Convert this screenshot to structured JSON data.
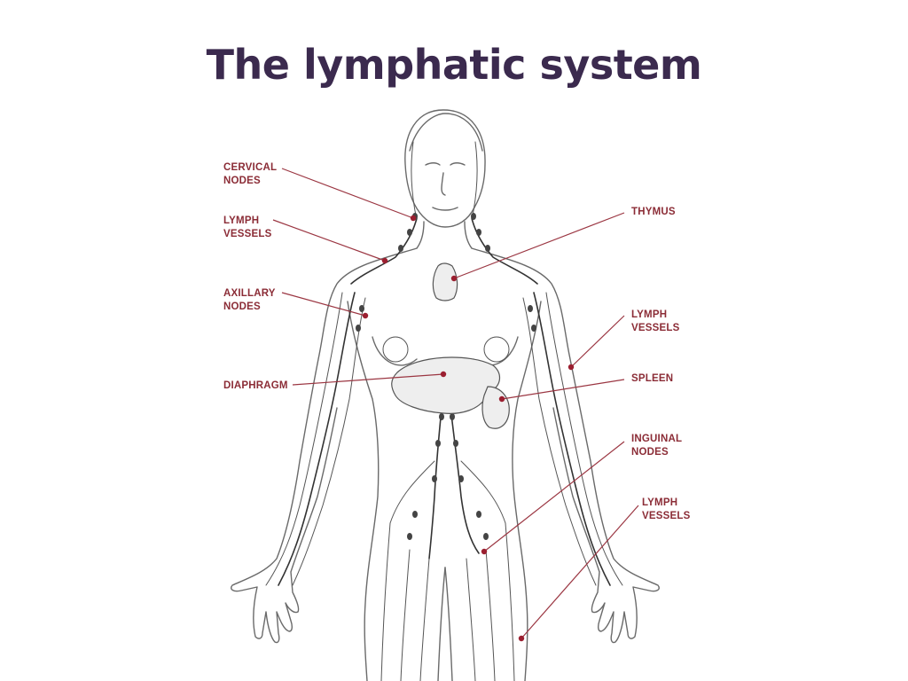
{
  "title": "The lymphatic system",
  "colors": {
    "title": "#3b2a4e",
    "label": "#8b2c36",
    "leader": "#9b3642",
    "dot": "#9b1f30"
  },
  "labels": {
    "cervical_nodes": [
      "CERVICAL",
      "NODES"
    ],
    "lymph_vessels_neck": [
      "LYMPH",
      "VESSELS"
    ],
    "axillary_nodes": [
      "AXILLARY",
      "NODES"
    ],
    "diaphragm": [
      "DIAPHRAGM"
    ],
    "thymus": [
      "THYMUS"
    ],
    "lymph_vessels_arm": [
      "LYMPH",
      "VESSELS"
    ],
    "spleen": [
      "SPLEEN"
    ],
    "inguinal_nodes": [
      "INGUINAL",
      "NODES"
    ],
    "lymph_vessels_leg": [
      "LYMPH",
      "VESSELS"
    ]
  }
}
